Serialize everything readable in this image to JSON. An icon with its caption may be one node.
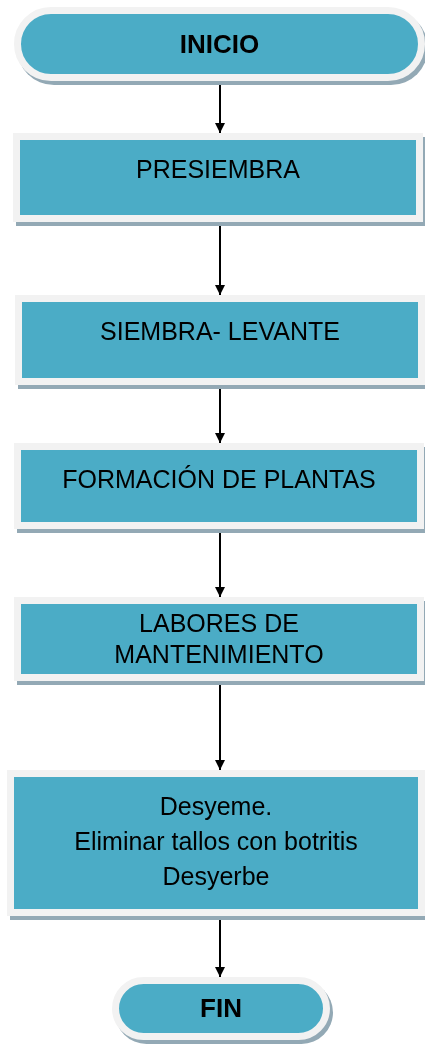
{
  "diagram": {
    "nodes": [
      {
        "text": [
          "INICIO"
        ]
      },
      {
        "text": [
          "PRESIEMBRA"
        ]
      },
      {
        "text": [
          "SIEMBRA- LEVANTE"
        ]
      },
      {
        "text": [
          "FORMACIÓN DE PLANTAS"
        ]
      },
      {
        "text": [
          "LABORES DE MANTENIMIENTO"
        ]
      },
      {
        "text": [
          "Desyeme.",
          "Eliminar tallos con botritis",
          "Desyerbe"
        ]
      },
      {
        "text": [
          "FIN"
        ]
      }
    ],
    "edges": [
      {
        "from": 0,
        "to": 1,
        "arrow": "to"
      },
      {
        "from": 1,
        "to": 2,
        "arrow": "to"
      },
      {
        "from": 2,
        "to": 3,
        "arrow": "to"
      },
      {
        "from": 3,
        "to": 4,
        "arrow": "to"
      },
      {
        "from": 4,
        "to": 5,
        "arrow": "to"
      },
      {
        "from": 5,
        "to": 6,
        "arrow": "to"
      }
    ]
  }
}
